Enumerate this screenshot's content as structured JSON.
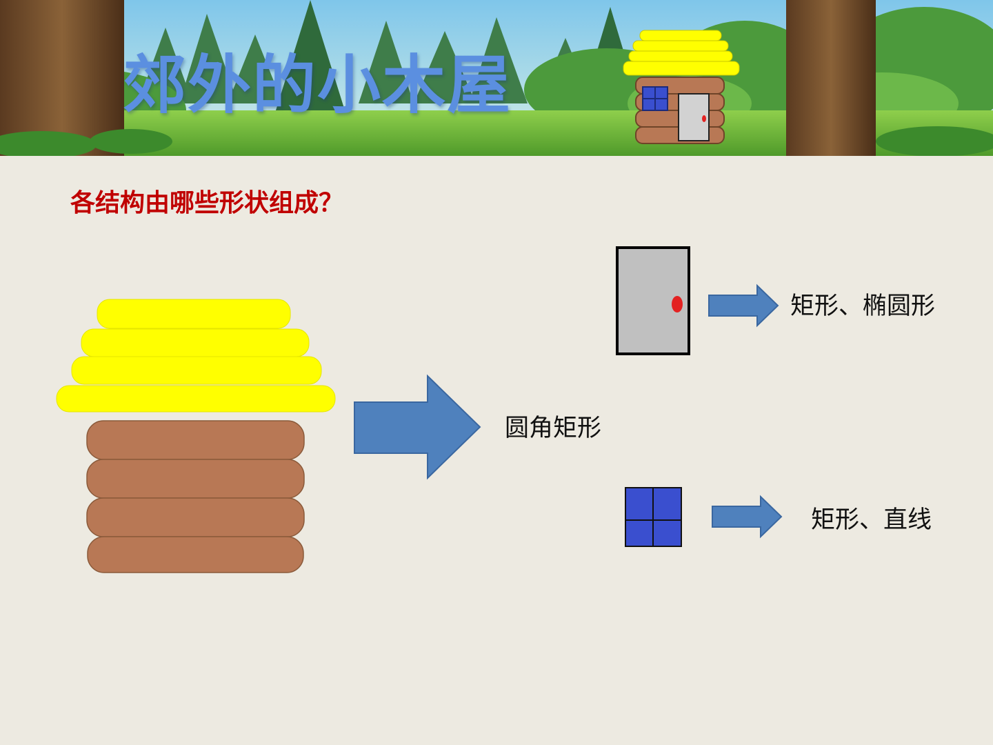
{
  "slide": {
    "title": "郊外的小木屋",
    "question": "各结构由哪些形状组成？",
    "labels": {
      "rounded_rectangle": "圆角矩形",
      "door": "矩形、椭圆形",
      "window": "矩形、直线"
    }
  },
  "colors": {
    "title": "#5b8fe0",
    "question": "#c00000",
    "roof": "#ffff00",
    "log": "#b87855",
    "arrow": "#4f81bd",
    "door": "#c0c0c0",
    "doorknob": "#e32222",
    "window": "#3a4fcf",
    "background": "#edeae1"
  }
}
